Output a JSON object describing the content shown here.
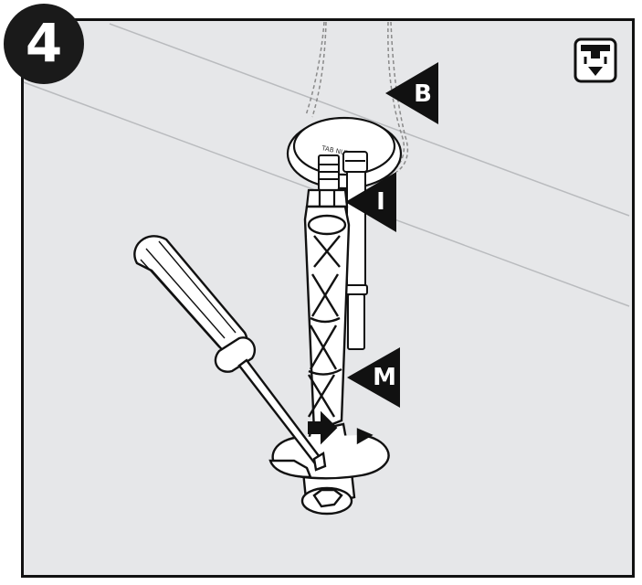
{
  "step": {
    "number": "4"
  },
  "callouts": {
    "b": "B",
    "i": "I",
    "m": "M"
  },
  "parts": {
    "nut_imprint": "TAB NUT SIDE"
  },
  "icons": {
    "view": "under-sink-view-icon"
  },
  "colors": {
    "panel": "#e6e7e9",
    "ink": "#111111",
    "fill": "#ffffff",
    "faint": "#b9bbbe"
  }
}
